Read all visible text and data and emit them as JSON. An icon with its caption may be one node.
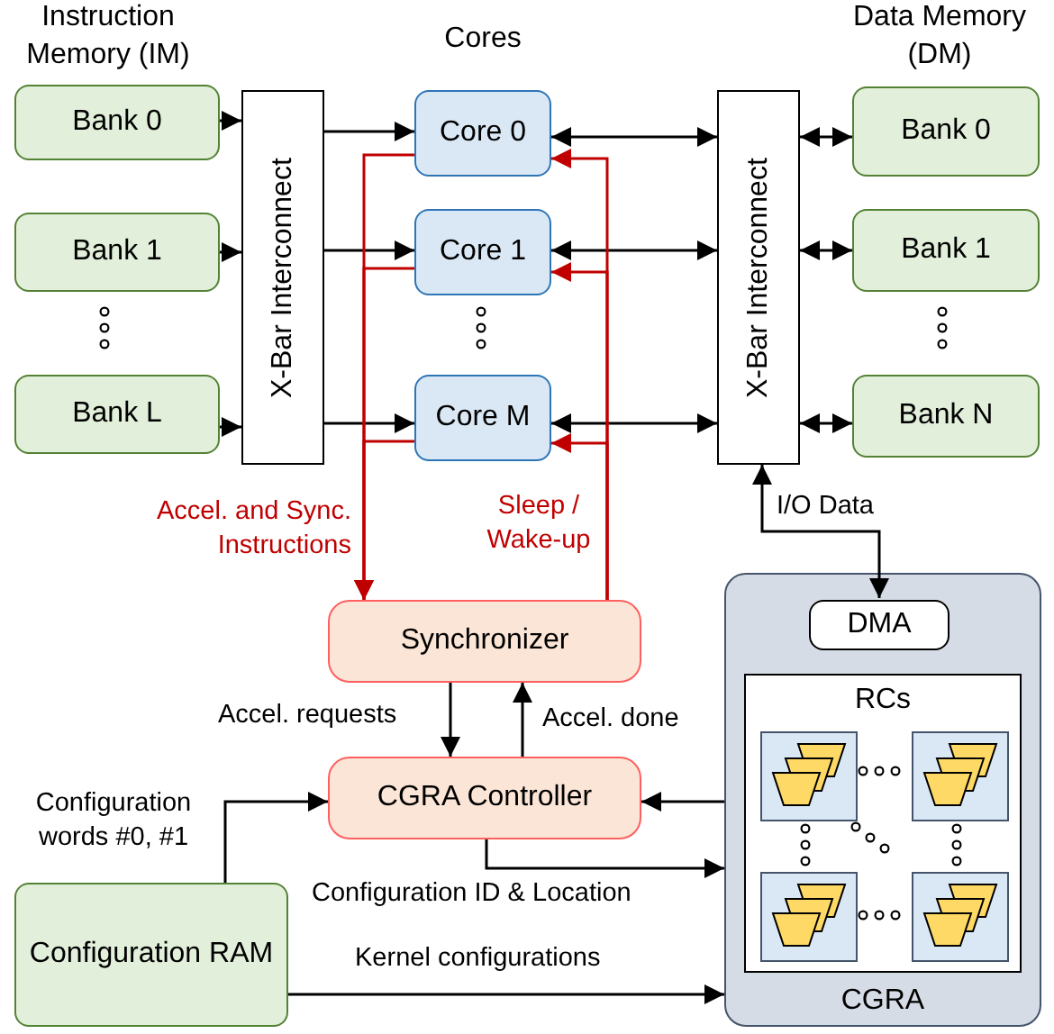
{
  "diagram": {
    "nodes": [
      {
        "text": [
          "Bank 0"
        ]
      },
      {
        "text": [
          "Bank 1"
        ]
      },
      {
        "text": [
          "Bank L"
        ]
      },
      {
        "text": [
          "X-Bar Interconnect"
        ]
      },
      {
        "text": [
          "Core 0"
        ]
      },
      {
        "text": [
          "Core 1"
        ]
      },
      {
        "text": [
          "Core M"
        ]
      },
      {
        "text": [
          "X-Bar Interconnect"
        ]
      },
      {
        "text": [
          "Bank 0"
        ]
      },
      {
        "text": [
          "Bank 1"
        ]
      },
      {
        "text": [
          "Bank N"
        ]
      },
      {
        "text": [
          "Synchronizer"
        ]
      },
      {
        "text": [
          "CGRA Controller"
        ]
      },
      {
        "text": [
          "Configuration RAM"
        ]
      },
      {
        "text": [
          "CGRA"
        ]
      },
      {
        "text": [
          "DMA"
        ],
        "in": 14
      },
      {
        "text": [
          "RCs"
        ],
        "in": 14
      },
      {
        "text": [],
        "shape": "box",
        "in": 16
      },
      {
        "text": [],
        "shape": "box",
        "in": 16
      },
      {
        "text": [],
        "shape": "box",
        "in": 16
      },
      {
        "text": [],
        "shape": "box",
        "in": 16
      }
    ],
    "edges": [
      {
        "from": 0,
        "to": 3,
        "arrow": "to"
      },
      {
        "from": 1,
        "to": 3,
        "arrow": "to"
      },
      {
        "from": 2,
        "to": 3,
        "arrow": "to"
      },
      {
        "from": 3,
        "to": 4,
        "arrow": "to"
      },
      {
        "from": 3,
        "to": 5,
        "arrow": "to"
      },
      {
        "from": 3,
        "to": 6,
        "arrow": "to"
      },
      {
        "from": 4,
        "to": 7,
        "arrow": "both"
      },
      {
        "from": 5,
        "to": 7,
        "arrow": "both"
      },
      {
        "from": 6,
        "to": 7,
        "arrow": "both"
      },
      {
        "from": 7,
        "to": 8,
        "arrow": "both"
      },
      {
        "from": 7,
        "to": 9,
        "arrow": "both"
      },
      {
        "from": 7,
        "to": 10,
        "arrow": "both"
      },
      {
        "from": 4,
        "to": 11,
        "arrow": "to",
        "color": "#c00000"
      },
      {
        "from": 5,
        "to": 11,
        "arrow": "to",
        "color": "#c00000"
      },
      {
        "from": 6,
        "to": 11,
        "arrow": "to",
        "label": "Accel. and Sync. Instructions",
        "color": "#c00000"
      },
      {
        "from": 11,
        "to": 4,
        "arrow": "to",
        "color": "#c00000"
      },
      {
        "from": 11,
        "to": 5,
        "arrow": "to",
        "color": "#c00000"
      },
      {
        "from": 11,
        "to": 6,
        "arrow": "to",
        "label": "Sleep / Wake-up",
        "color": "#c00000"
      },
      {
        "from": 11,
        "to": 12,
        "arrow": "to",
        "label": "Accel. requests"
      },
      {
        "from": 12,
        "to": 11,
        "arrow": "to",
        "label": "Accel. done"
      },
      {
        "from": 14,
        "to": 12,
        "arrow": "to"
      },
      {
        "from": 12,
        "to": 14,
        "arrow": "to",
        "label": "Configuration ID & Location"
      },
      {
        "from": 13,
        "to": 12,
        "arrow": "to",
        "label": "Configuration words #0, #1"
      },
      {
        "from": 13,
        "to": 14,
        "arrow": "to",
        "label": "Kernel configurations"
      },
      {
        "from": 7,
        "to": 15,
        "arrow": "both",
        "label": "I/O Data"
      }
    ],
    "labels": [
      "Instruction Memory (IM)",
      "Cores",
      "Data Memory (DM)"
    ]
  }
}
